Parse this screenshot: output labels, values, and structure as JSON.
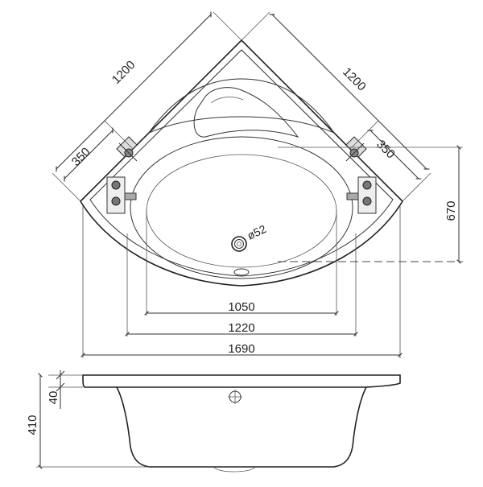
{
  "dimensions": {
    "side_left": "1200",
    "side_right": "1200",
    "seat_left": "350",
    "seat_right": "350",
    "drain": "ø52",
    "inner_basin": "1050",
    "mid_width": "1220",
    "overall_width": "1690",
    "depth_to_drain": "670",
    "rim_thickness": "40",
    "total_height": "410"
  }
}
